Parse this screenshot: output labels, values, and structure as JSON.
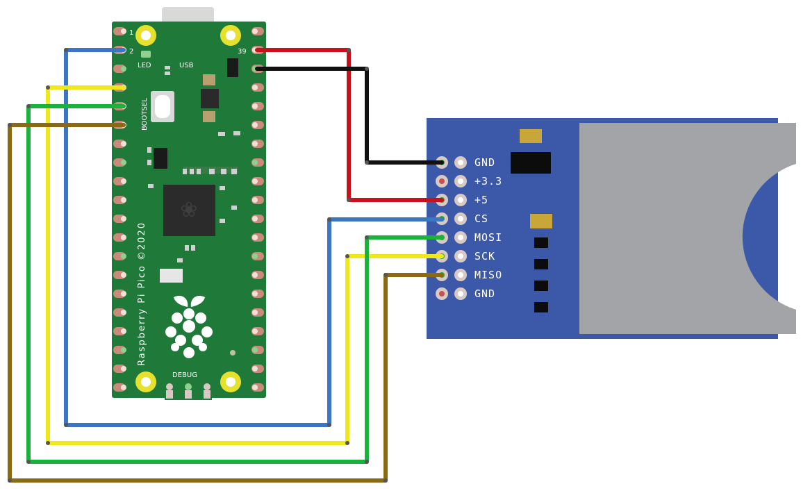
{
  "pico": {
    "board_name": "Raspberry Pi Pico ©2020",
    "pin_1": "1",
    "pin_2": "2",
    "pin_39": "39",
    "led_label": "LED",
    "usb_label": "USB",
    "bootsel_label": "BOOTSEL",
    "debug_label": "DEBUG"
  },
  "sd_module": {
    "pin_labels": [
      "GND",
      "+3.3",
      "+5",
      "CS",
      "MOSI",
      "SCK",
      "MISO",
      "GND"
    ]
  },
  "colors": {
    "pico_board": "#1f7a3a",
    "sd_board": "#3c58a8",
    "sd_card": "#a3a4a8",
    "wire_red": "#c8121b",
    "wire_black": "#111111",
    "wire_blue": "#3a76c4",
    "wire_yellow": "#f1e81c",
    "wire_green": "#19b23a",
    "wire_brown": "#8b6a14"
  },
  "wires": [
    {
      "color": "red",
      "from": "Pico pin 39",
      "to": "+5"
    },
    {
      "color": "black",
      "from": "Pico GND pin",
      "to": "GND"
    },
    {
      "color": "blue",
      "from": "Pico pin 2",
      "to": "CS"
    },
    {
      "color": "yellow",
      "from": "Pico pin 4",
      "to": "SCK"
    },
    {
      "color": "green",
      "from": "Pico pin 5",
      "to": "MOSI"
    },
    {
      "color": "brown",
      "from": "Pico pin 6",
      "to": "MISO"
    }
  ]
}
